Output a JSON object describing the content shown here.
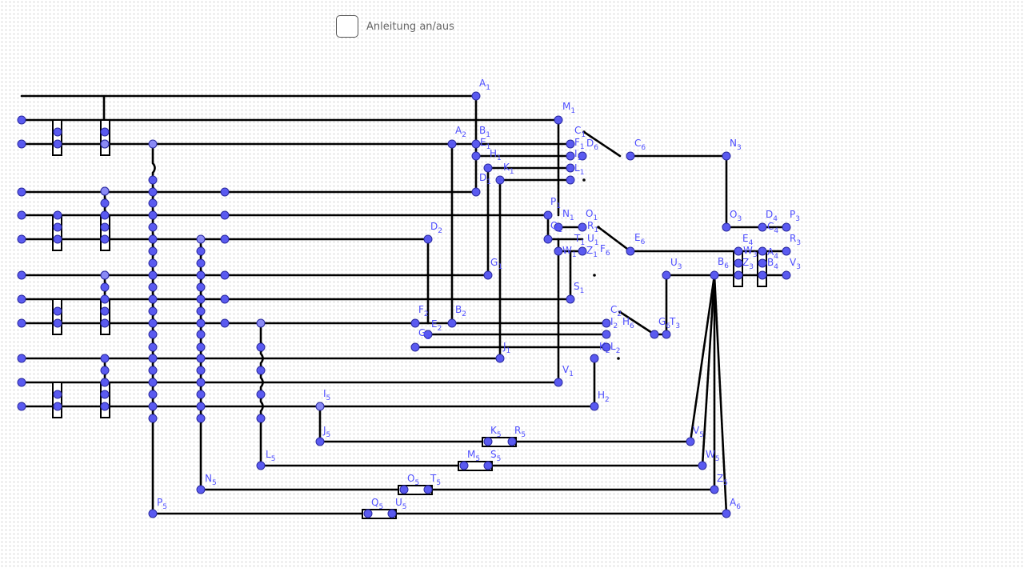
{
  "toolbar": {
    "toggle_label": "Anleitung an/aus",
    "checked": false
  },
  "colors": {
    "wire": "#000000",
    "point_fill": "#5a5af0",
    "point_light": "#8a8af5",
    "point_stroke": "#2a2aa0",
    "label": "#4d4dff"
  },
  "labels": [
    "A1",
    "M1",
    "A2",
    "B1",
    "E1",
    "H1",
    "K1",
    "D1",
    "C1",
    "F1",
    "I1",
    "L1",
    "D6",
    "C6",
    "N3",
    "P1",
    "N1",
    "O1",
    "Q1",
    "R1",
    "T1",
    "U1",
    "F6",
    "W1",
    "Z1",
    "E6",
    "S1",
    "G1",
    "D2",
    "O3",
    "D4",
    "P3",
    "C4",
    "E4",
    "R3",
    "W3",
    "A4",
    "Z3",
    "B6",
    "B4",
    "V3",
    "U3",
    "F2",
    "E2",
    "B2",
    "G2",
    "C2",
    "I2",
    "H6",
    "L2",
    "G6",
    "T3",
    "K2",
    "J1",
    "V1",
    "H2",
    "I5",
    "J5",
    "K5",
    "R5",
    "V5",
    "M5",
    "S5",
    "W5",
    "L5",
    "O5",
    "T5",
    "Z5",
    "N5",
    "P5",
    "Q5",
    "U5",
    "A6"
  ]
}
